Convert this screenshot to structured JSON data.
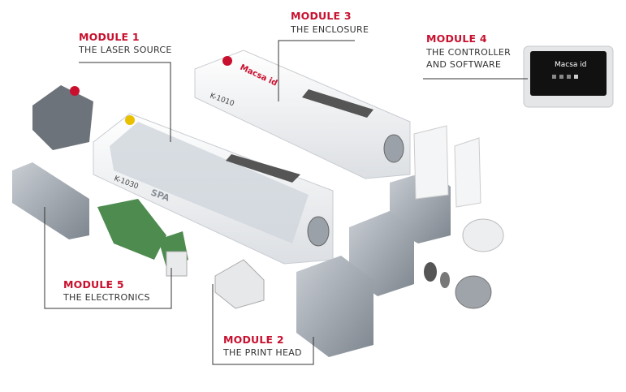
{
  "modules": [
    {
      "title": "MODULE 1",
      "subtitle": "THE LASER SOURCE"
    },
    {
      "title": "MODULE 2",
      "subtitle": "THE PRINT HEAD"
    },
    {
      "title": "MODULE 3",
      "subtitle": "THE ENCLOSURE"
    },
    {
      "title": "MODULE 4",
      "subtitle_line1": "THE CONTROLLER",
      "subtitle_line2": "AND SOFTWARE"
    },
    {
      "title": "MODULE 5",
      "subtitle": "THE ELECTRONICS"
    }
  ],
  "product": {
    "brand": "Macsa id",
    "model_a": "K-1010",
    "model_b": "K-1030",
    "series": "SPA"
  },
  "colors": {
    "accent": "#c8102e",
    "line": "#333333"
  }
}
